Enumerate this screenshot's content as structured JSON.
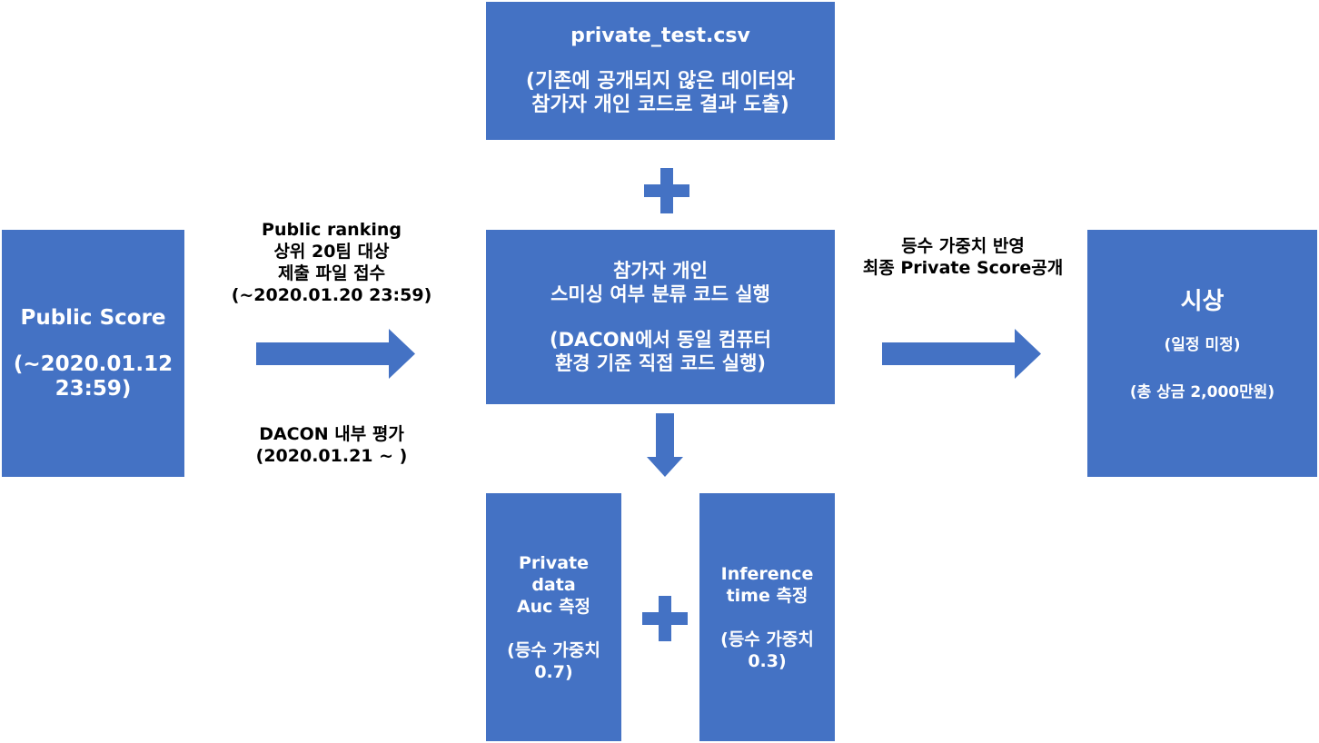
{
  "boxes": {
    "public_score": {
      "title": "Public Score",
      "date_line1": "(~2020.01.12",
      "date_line2": "23:59)"
    },
    "private_test": {
      "title": "private_test.csv",
      "desc_line1": "(기존에 공개되지 않은 데이터와",
      "desc_line2": "참가자 개인 코드로 결과 도출)"
    },
    "code_check": {
      "line1": "참가자 개인",
      "line2": "스미싱 여부 분류 코드 실행",
      "line3": "(DACON에서 동일 컴퓨터",
      "line4": "환경 기준 직접 코드 실행)"
    },
    "private_auc": {
      "line1": "Private",
      "line2": "data",
      "line3": "Auc 측정",
      "line4": "(등수 가중치",
      "line5": "0.7)"
    },
    "inference_time": {
      "line1": "Inference",
      "line2": "time 측정",
      "line3": "(등수 가중치",
      "line4": "0.3)"
    },
    "award": {
      "title": "시상",
      "line1": "(일정 미정)",
      "line2": "(총 상금 2,000만원)"
    }
  },
  "labels": {
    "top_left": {
      "line1": "Public ranking",
      "line2": "상위 20팀 대상",
      "line3": "제출 파일 접수",
      "line4": "(~2020.01.20 23:59)"
    },
    "bottom_left": {
      "line1": "DACON 내부 평가",
      "line2": "(2020.01.21 ~ )"
    },
    "right": {
      "line1": "등수 가중치 반영",
      "line2": "최종 Private Score공개"
    }
  },
  "colors": {
    "box_fill": "#4472c4",
    "box_text": "#ffffff",
    "label_text": "#000000"
  },
  "icons": {
    "plus": "plus-icon",
    "arrow": "arrow-icon"
  }
}
